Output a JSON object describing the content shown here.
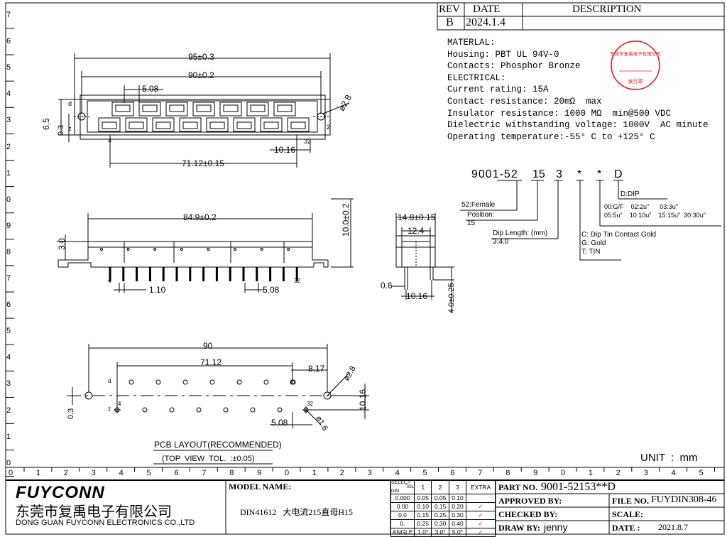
{
  "revision_table": {
    "headers": [
      "REV",
      "DATE",
      "DESCRIPTION"
    ],
    "row": {
      "rev": "B",
      "date": "2024.1.4",
      "description": ""
    }
  },
  "specs": {
    "lines": [
      "MATERLAL:",
      "Housing: PBT UL 94V-0",
      "Contacts: Phosphor Bronze",
      "ELECTRICAL:",
      "Current rating: 15A",
      "Contact resistance: 20mΩ  max",
      "Insulator resistance: 1000 MΩ  min@500 VDC",
      "Dielectric withstanding voltage: 1000V  AC minute",
      "Operating temperature:-55° C to +125° C"
    ]
  },
  "stamp": {
    "ring_text": "东莞市复禹电子有限公司",
    "center_text": "发行章",
    "color": "#e0201c"
  },
  "border_scale": {
    "left": [
      "7",
      "6",
      "5",
      "4",
      "3",
      "2",
      "1",
      "0",
      "9",
      "8",
      "7",
      "6",
      "5",
      "4",
      "3",
      "2",
      "1",
      "0"
    ],
    "bottom": [
      "0",
      "1",
      "2",
      "3",
      "4",
      "5",
      "6",
      "7",
      "8",
      "9",
      "0",
      "1",
      "2",
      "3",
      "4",
      "5",
      "6",
      "7",
      "8",
      "9",
      "0",
      "1",
      "2",
      "3",
      "4",
      "5"
    ]
  },
  "top_view": {
    "dims": {
      "overall": "95±0.3",
      "mounting": "90±0.2",
      "pitch": "5.08",
      "hole": "ø2.8",
      "height": "6.5",
      "offset": "0.3",
      "row_pitch": "10.16",
      "span": "71.12±0.15"
    },
    "labels": {
      "row_d": "d",
      "row_z": "z",
      "num_4": "4",
      "num_32": "32",
      "num_2": "2"
    }
  },
  "front_view": {
    "dims": {
      "length": "84.9±0.2",
      "height": "10.0±0.2",
      "top": "3.0",
      "pin": "1.10",
      "pitch": "5.08"
    },
    "labels": {
      "num_4": "4",
      "num_32": "32"
    }
  },
  "side_view": {
    "dims": {
      "width": "14.8±0.15",
      "inner": "12.4",
      "pin": "0.6",
      "row": "10.16",
      "length": "4.0±0.25"
    }
  },
  "part_code": {
    "code": [
      "9001-52",
      "15",
      "3",
      "*",
      "*",
      "D"
    ],
    "callouts": {
      "female": "52:Female",
      "position_title": "Position:",
      "position_val": "15",
      "dip_title": "Dip Length: (mm)",
      "dip_val": "3:4.0",
      "plating": [
        "C:  Dip Tin Contact Gold",
        "G:  Gold",
        "T:  TIN"
      ],
      "dip": "D:DIP",
      "gold_line1": "00:G/F    02:2u\"      03:3u\"",
      "gold_line2": "05:5u\"    10:10u\"    15:15u\"  30:30u\""
    }
  },
  "pcb_layout": {
    "dims": {
      "overall": "90",
      "span": "71.12",
      "edge": "8.17",
      "hole": "ø2.8",
      "row": "10.16",
      "offset": "0.3",
      "pitch": "5.08",
      "pin_hole": "ø1.6"
    },
    "labels": {
      "row_d": "d",
      "row_z": "z",
      "num_4": "4",
      "num_32": "32"
    },
    "title": "PCB LAYOUT(RECOMMENDED)",
    "subtitle": "(TOP  VIEW  TOL.  :±0.05)"
  },
  "unit": "UNIT  :  mm",
  "title_block": {
    "company_logo": "FUYCONN",
    "company_cn": "东莞市复禹电子有限公司",
    "company_en": "DONG GUAN FUYCONN ELECTRONICS CO.,LTD",
    "model_label": "MODEL NAME:",
    "model_value": "DIN41612   大电流215直母H15",
    "tolerance": {
      "select_label": "SELECT",
      "tol_label": "TOL",
      "dim_label": "DIM",
      "columns": [
        "1",
        "2",
        "3",
        "EXTRA"
      ],
      "rows": [
        {
          "dim": "0.000",
          "vals": [
            "0.05",
            "0.05",
            "0.10"
          ]
        },
        {
          "dim": "0.00",
          "vals": [
            "0.10",
            "0.15",
            "0.20"
          ]
        },
        {
          "dim": "0.0",
          "vals": [
            "0.15",
            "0.25",
            "0.30"
          ]
        },
        {
          "dim": "0.",
          "vals": [
            "0.25",
            "0.30",
            "0.40"
          ]
        },
        {
          "dim": "ANGLE",
          "vals": [
            "1.0°",
            "3.0°",
            "5.0°"
          ]
        }
      ],
      "check_mark": "✓"
    },
    "part_no_label": "PART NO.",
    "part_no_value": "9001-52153**D",
    "file_no_label": "FILE NO.",
    "file_no_value": "FUYDIN308-46",
    "approved_label": "APPROVED BY:",
    "scale_label": "SCALE:",
    "checked_label": "CHECKED BY:",
    "draw_label": "DRAW BY:",
    "draw_value": "jenny",
    "date_label": "DATE :",
    "date_value": "2021.8.7"
  }
}
